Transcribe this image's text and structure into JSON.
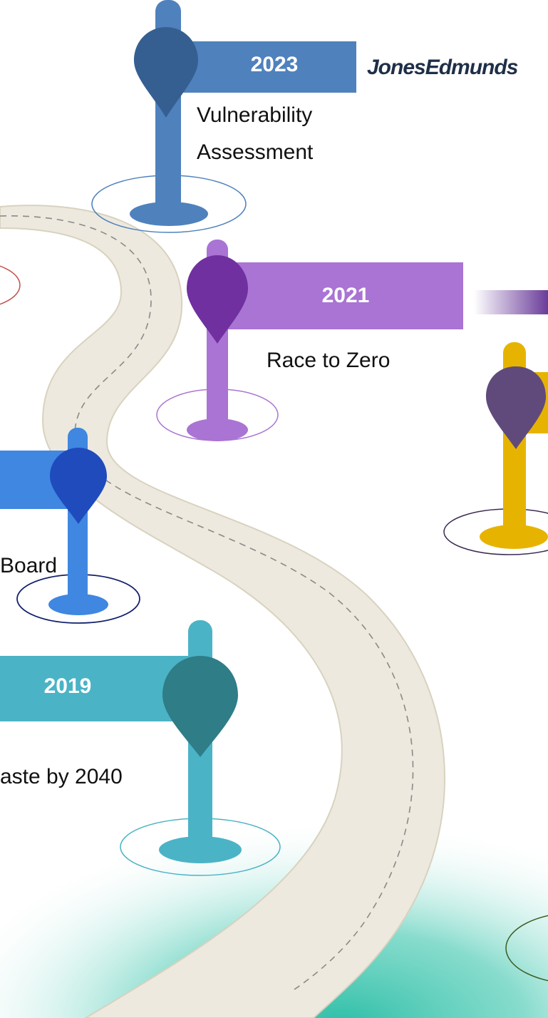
{
  "logo": {
    "text": "JonesEdmunds"
  },
  "milestones": [
    {
      "year": "2023",
      "label_lines": [
        "Vulnerability",
        "Assessment"
      ],
      "color": "#4f81bd",
      "pin_color": "#365f91"
    },
    {
      "year": "2021",
      "label_lines": [
        "Race to Zero"
      ],
      "color": "#a974d3",
      "pin_color": "#7030a0"
    },
    {
      "year": "",
      "label_lines": [],
      "color": "#e6b400",
      "pin_color": "#604a7b"
    },
    {
      "year": "",
      "label_lines": [
        "Board"
      ],
      "color": "#3f87e0",
      "pin_color": "#1f4bbd"
    },
    {
      "year": "2019",
      "label_lines": [
        "aste by 2040"
      ],
      "color": "#4bb3c6",
      "pin_color": "#2e7d87"
    }
  ]
}
